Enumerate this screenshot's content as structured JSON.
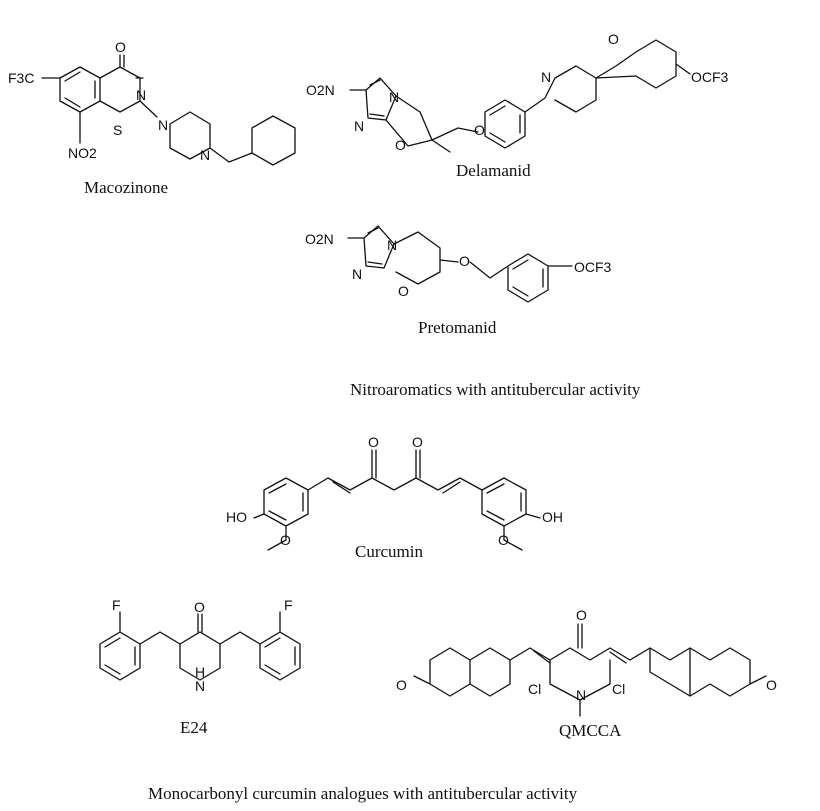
{
  "labels": {
    "macozinone": "Macozinone",
    "delamanid": "Delamanid",
    "pretomanid": "Pretomanid",
    "nitro_caption": "Nitroaromatics with antitubercular activity",
    "curcumin": "Curcumin",
    "e24": "E24",
    "qmcca": "QMCCA",
    "mono_caption": "Monocarbonyl curcumin analogues with antitubercular activity"
  },
  "atoms": {
    "F3C": "F3C",
    "O": "O",
    "N": "N",
    "S": "S",
    "NO2": "NO2",
    "O2N": "O2N",
    "OCF3": "OCF3",
    "HO": "HO",
    "OH": "OH",
    "F": "F",
    "H": "H",
    "Cl": "Cl"
  }
}
